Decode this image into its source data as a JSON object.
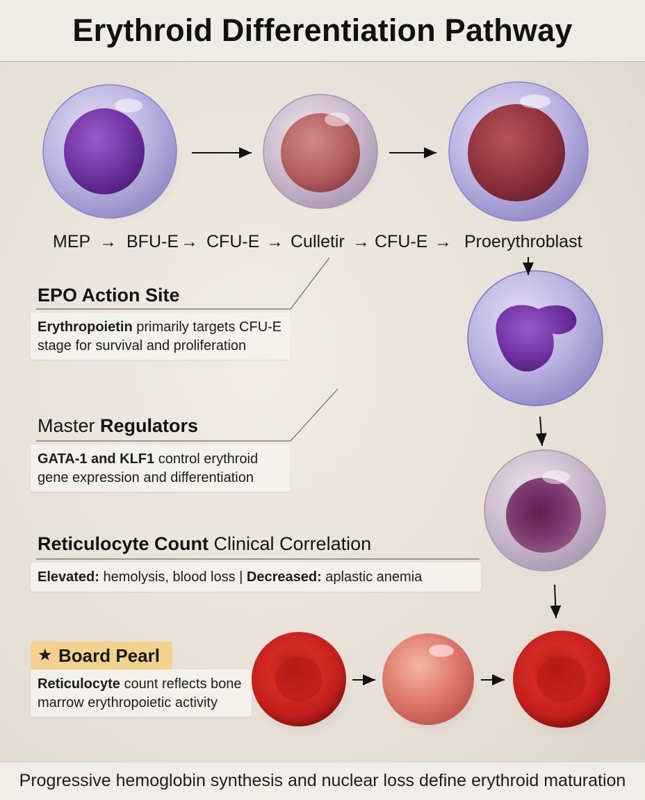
{
  "title": "Erythroid Differentiation Pathway",
  "sequence": [
    "MEP",
    "BFU-E",
    "CFU-E",
    "Culletir",
    "CFU-E",
    "Proerythroblast"
  ],
  "seq_arrow": "→",
  "epo": {
    "title": "EPO Action Site",
    "text_bold": "Erythropoietin",
    "text_rest": " primarily targets CFU-E",
    "text_line2": "stage for survival and proliferation"
  },
  "regulators": {
    "title_normal": "Master ",
    "title_bold": "Regulators",
    "text_bold": "GATA-1 and KLF1",
    "text_rest": " control erythroid",
    "text_line2": "gene expression and differentiation"
  },
  "retic": {
    "title_bold": "Reticulocyte Count",
    "title_normal": " Clinical Correlation",
    "elevated_label": "Elevated:",
    "elevated_text": " hemolysis, blood loss | ",
    "decreased_label": "Decreased:",
    "decreased_text": " aplastic anemia"
  },
  "pearl": {
    "star": "★",
    "title": "Board Pearl",
    "text_bold": "Reticulocyte",
    "text_rest": " count reflects bone",
    "text_line2": "marrow erythropoietic activity"
  },
  "footer": "Progressive hemoglobin synthesis and nuclear loss define erythroid maturation",
  "colors": {
    "cytoplasm": "#b7aee0",
    "nucleus_early": "#6b2f9a",
    "nucleus_red": "#9b3a3e",
    "rbc": "#c8211f",
    "badge": "#f3d28d"
  }
}
